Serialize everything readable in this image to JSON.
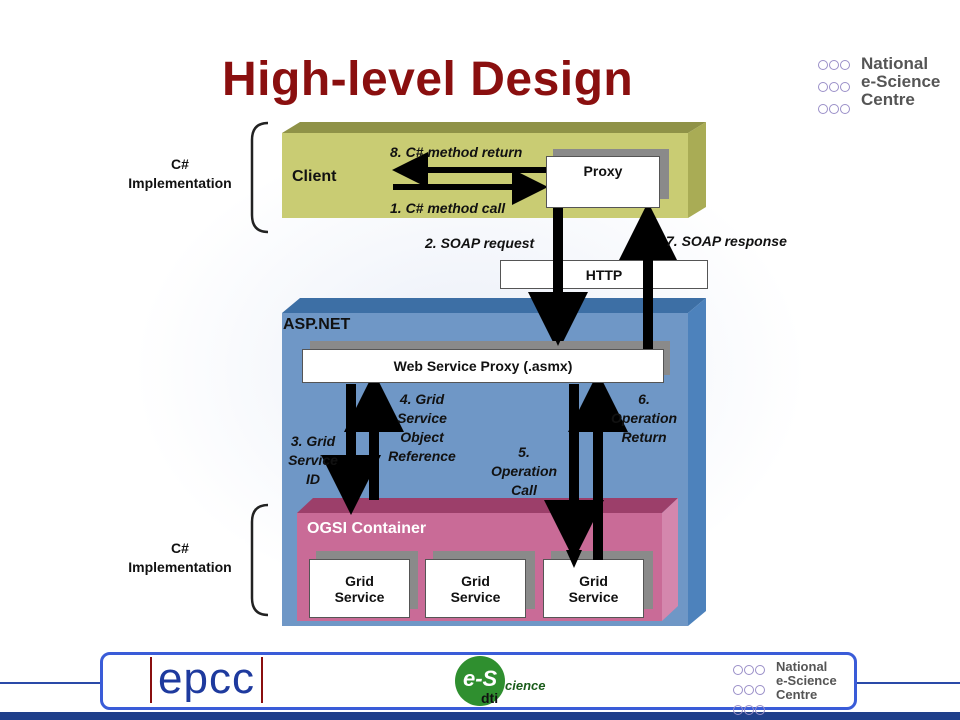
{
  "title": "High-level Design",
  "nesc_logo": {
    "line1": "National",
    "line2": "e-Science",
    "line3": "Centre"
  },
  "left_labels": {
    "top": [
      "C#",
      "Implementation"
    ],
    "bottom": [
      "C#",
      "Implementation"
    ]
  },
  "client": {
    "label": "Client",
    "proxy": "Proxy",
    "method_return": "8. C# method return",
    "method_call": "1. C# method call"
  },
  "soap": {
    "request": "2. SOAP request",
    "response": "7. SOAP response",
    "http": "HTTP"
  },
  "aspnet": {
    "label": "ASP.NET",
    "web_service_proxy": "Web Service Proxy (.asmx)"
  },
  "steps": {
    "s3": [
      "3. Grid",
      "Service",
      "ID"
    ],
    "s4": [
      "4. Grid",
      "Service",
      "Object",
      "Reference"
    ],
    "s5": [
      "5.",
      "Operation",
      "Call"
    ],
    "s6": [
      "6.",
      "Operation",
      "Return"
    ]
  },
  "ogsi": {
    "label": "OGSI Container",
    "grid_services": [
      [
        "Grid",
        "Service"
      ],
      [
        "Grid",
        "Service"
      ],
      [
        "Grid",
        "Service"
      ]
    ]
  },
  "footer": {
    "epcc": "epcc",
    "escience": "e-S",
    "escience_suffix": "cience",
    "dti": "dti"
  },
  "colors": {
    "title": "#8a0f0f",
    "client": "#c9cc73",
    "aspnet": "#6f97c6",
    "ogsi": "#c96b97",
    "footer": "#1f3f8a"
  }
}
